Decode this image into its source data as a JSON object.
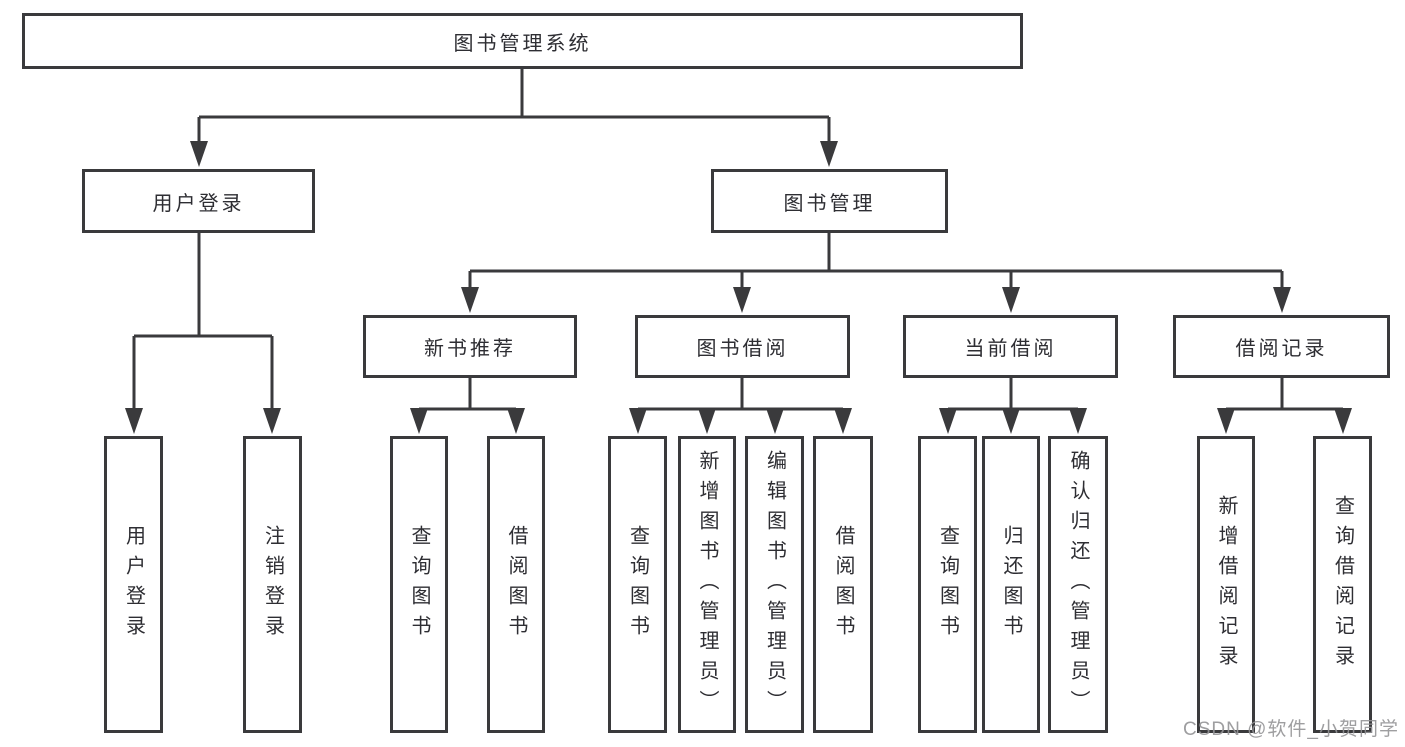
{
  "tree": {
    "label": "图书管理系统",
    "children": [
      {
        "label": "用户登录",
        "children": [
          {
            "label": "用户登录"
          },
          {
            "label": "注销登录"
          }
        ]
      },
      {
        "label": "图书管理",
        "children": [
          {
            "label": "新书推荐",
            "children": [
              {
                "label": "查询图书"
              },
              {
                "label": "借阅图书"
              }
            ]
          },
          {
            "label": "图书借阅",
            "children": [
              {
                "label": "查询图书"
              },
              {
                "label": "新增图书（管理员）"
              },
              {
                "label": "编辑图书（管理员）"
              },
              {
                "label": "借阅图书"
              }
            ]
          },
          {
            "label": "当前借阅",
            "children": [
              {
                "label": "查询图书"
              },
              {
                "label": "归还图书"
              },
              {
                "label": "确认归还（管理员）"
              }
            ]
          },
          {
            "label": "借阅记录",
            "children": [
              {
                "label": "新增借阅记录"
              },
              {
                "label": "查询借阅记录"
              }
            ]
          }
        ]
      }
    ]
  },
  "watermark": "CSDN @软件_小贺同学",
  "colors": {
    "line": "#3a3a3c",
    "text": "#2e2e33",
    "box_background": "#ffffff",
    "watermark": "#949496"
  }
}
